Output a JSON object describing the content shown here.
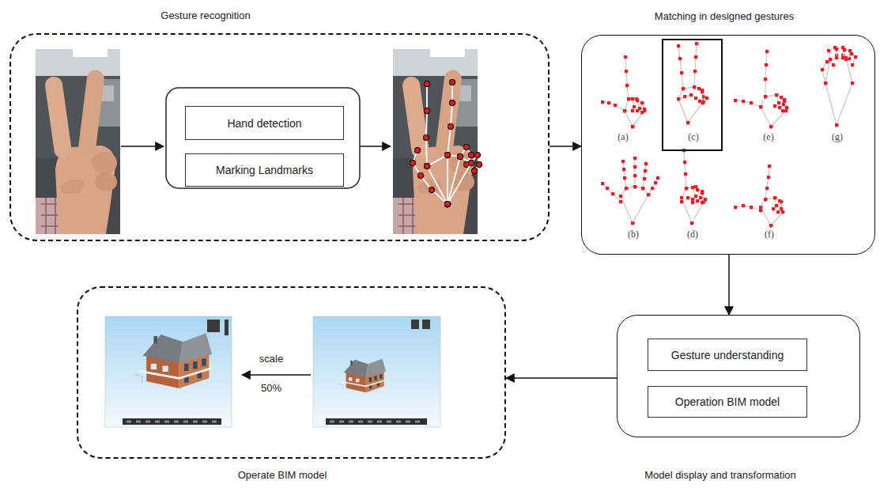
{
  "diagram": {
    "nodes": [
      {
        "text": [
          "Gesture recognition"
        ]
      },
      {
        "text": [
          "Hand detection"
        ],
        "in": 0
      },
      {
        "text": [
          "Marking Landmarks"
        ],
        "in": 0
      },
      {
        "text": [
          "Matching in designed gestures",
          "(a)",
          "(c)",
          "(e)",
          "(g)",
          "(b)",
          "(d)",
          "(f)"
        ]
      },
      {
        "text": [
          "Model display and transformation"
        ]
      },
      {
        "text": [
          "Gesture understanding"
        ],
        "in": 4
      },
      {
        "text": [
          "Operation BIM model"
        ],
        "in": 4
      },
      {
        "text": [
          "Operate BIM model"
        ]
      }
    ],
    "edges": [
      {
        "from": 0,
        "to": 3,
        "arrow": "to"
      },
      {
        "from": 3,
        "to": 4,
        "arrow": "to"
      },
      {
        "from": 4,
        "to": 7,
        "arrow": "to"
      }
    ],
    "labels": [
      "scale",
      "50%"
    ]
  }
}
